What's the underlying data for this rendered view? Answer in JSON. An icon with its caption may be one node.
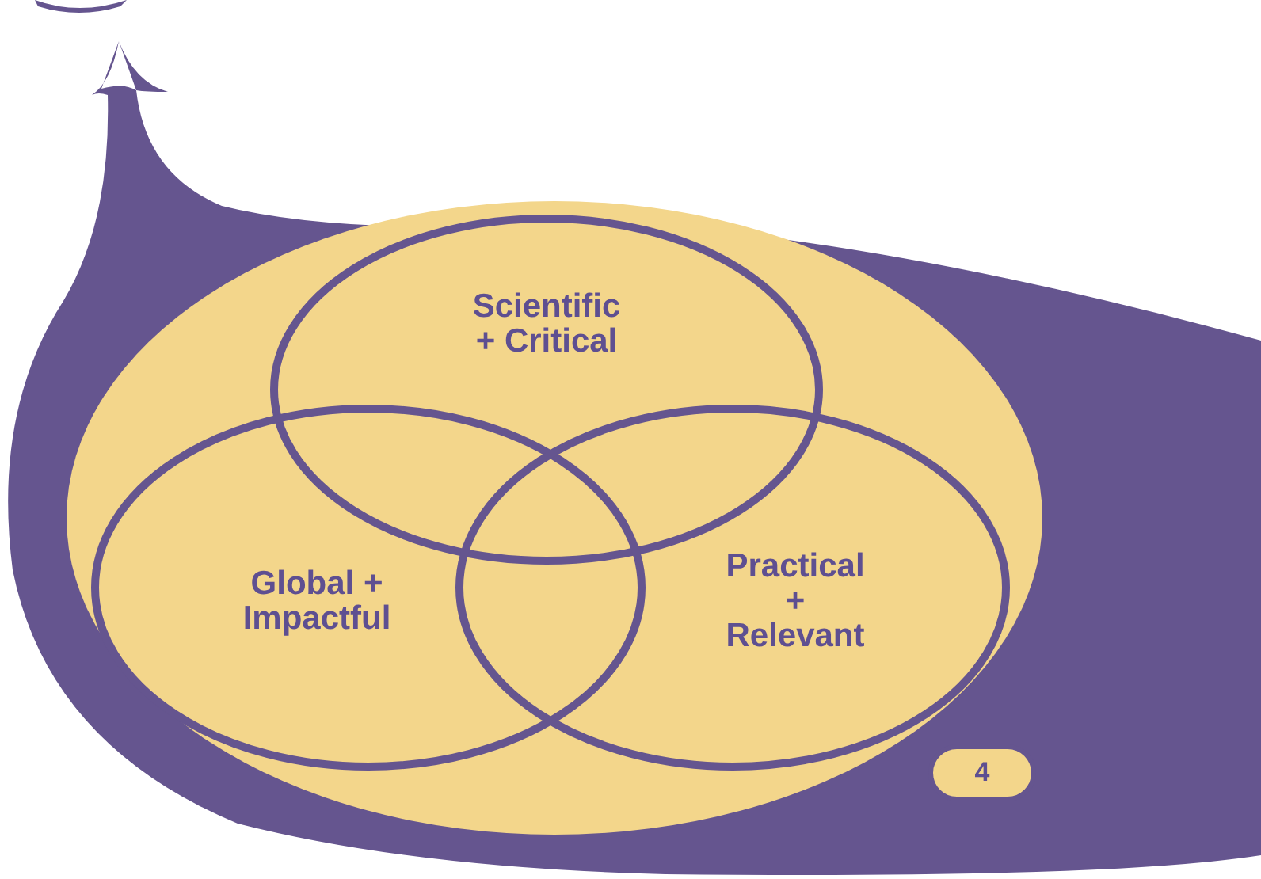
{
  "diagram": {
    "nodes": [
      {
        "text": [
          "Scientific + Critical"
        ]
      },
      {
        "text": [
          "Global + Impactful"
        ]
      },
      {
        "text": [
          "Practical + Relevant"
        ]
      },
      {
        "text": [
          "4"
        ]
      }
    ]
  }
}
